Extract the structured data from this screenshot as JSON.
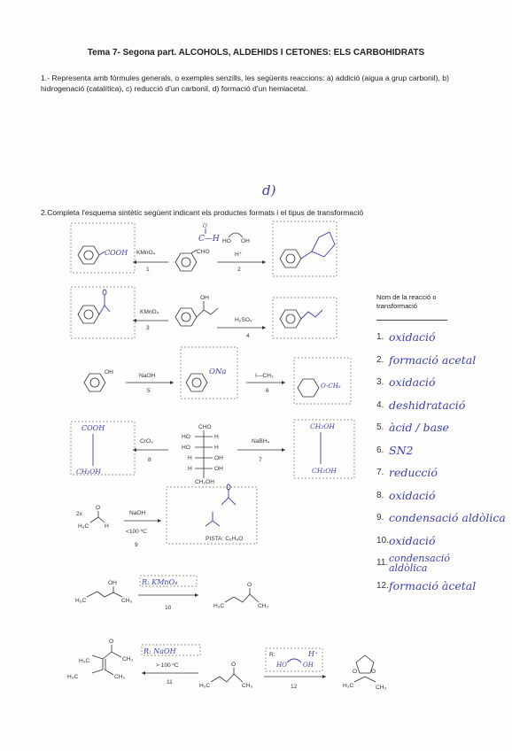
{
  "title": "Tema 7- Segona part. ALCOHOLS, ALDEHIDS I CETONES: ELS CARBOHIDRATS",
  "question1": "1.- Representa amb fórmules generals, o exemples senzills, les següents reaccions: a) addició (aigua a grup carbonil), b) hidrogenació (catalítica), c) reducció d'un carbonil, d) formació d'un hemiacetal.",
  "question2": "2.Completa l'esquema sintètic següent indicant els productes formats i el tipus de transformació",
  "handwritten_d": "d)",
  "legend": {
    "title": "Nom de la reacció o transformació",
    "items": [
      {
        "num": "1.",
        "answer": "oxidació"
      },
      {
        "num": "2.",
        "answer": "formació acetal"
      },
      {
        "num": "3.",
        "answer": "oxidació"
      },
      {
        "num": "4.",
        "answer": "deshidratació"
      },
      {
        "num": "5.",
        "answer": "àcid / base"
      },
      {
        "num": "6.",
        "answer": "SN2"
      },
      {
        "num": "7.",
        "answer": "reducció"
      },
      {
        "num": "8.",
        "answer": "oxidació"
      },
      {
        "num": "9.",
        "answer": "condensació aldòlica"
      },
      {
        "num": "10.",
        "answer": "oxidació"
      },
      {
        "num": "11.",
        "answer": "condensació aldòlica"
      },
      {
        "num": "12.",
        "answer": "formació àcetal"
      }
    ]
  },
  "scheme": {
    "r1_reagent": "KMnO₄",
    "r1_num": "1",
    "r2_reagent": "H⁺",
    "r2_num": "2",
    "r3_reagent": "KMnO₄",
    "r3_num": "3",
    "r4_reagent": "H₂SO₄",
    "r4_num": "4",
    "r5_reagent": "NaOH",
    "r5_num": "5",
    "r6_reagent": "I—CH₃",
    "r6_num": "6",
    "r7_reagent": "NaBH₄",
    "r7_num": "7",
    "r8_reagent": "CrO₃",
    "r8_num": "8",
    "r9_reagent": "NaOH",
    "r9_cond": "<100 ºC",
    "r9_num": "9",
    "r10_num": "10",
    "r11_cond": "> 100 ºC",
    "r11_num": "11",
    "r12_num": "12",
    "hint": "PISTA: C₆H₈O",
    "twox": "2x",
    "cho": "CHO",
    "oh": "OH",
    "ho": "HO",
    "h": "H",
    "ch2oh": "CH₂OH",
    "h3c": "H₃C",
    "ch3": "CH₃",
    "o": "O",
    "h_ald": "H",
    "ho_diol": "HO",
    "oh_diol": "OH",
    "hw_cooh1": "COOH",
    "hw_ona": "ONa",
    "hw_och3": "O-CH₃",
    "hw_cooh8": "COOH",
    "hw_ch2oh8": "CH₂OH",
    "hw_ch2oh7a": "CH₂OH",
    "hw_ch2oh7b": "CH₂OH",
    "hw_c_h": "C—H",
    "r10_box": "R: KMnO₄",
    "r11_box": "R: NaOH",
    "r12_box": "R:",
    "r12_hplus": "H⁺",
    "r12_ho": "HO",
    "r12_oh": "OH"
  }
}
